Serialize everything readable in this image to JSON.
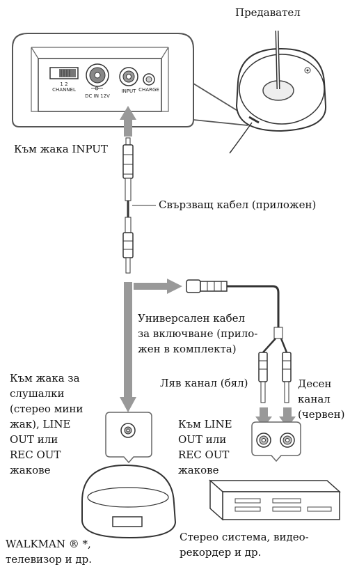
{
  "labels": {
    "transmitter": "Предавател",
    "to_input": "Към жака INPUT",
    "connecting_cable": "Свързващ кабел (приложен)",
    "universal_cable": "Универсален кабел\nза включване (прило-\nжен в комплекта)",
    "headphone_jack": "Към жака за\nслушалки\n(стерео мини\nжак), LINE\nOUT или\nREC OUT\nжакове",
    "left_channel": "Ляв канал (бял)",
    "right_channel": "Десен\nканал\n(червен)",
    "line_out_jacks": "Към LINE\nOUT или\nREC OUT\nжакове",
    "walkman": "WALKMAN ® *,\nтелевизор и др.",
    "stereo": "Стерео система, видео-\nрекордер и др."
  },
  "panel": {
    "channel_numbers": "1  2",
    "channel": "CHANNEL",
    "dc_in": "DC IN  12V",
    "input": "INPUT",
    "charge": "CHARGE"
  }
}
